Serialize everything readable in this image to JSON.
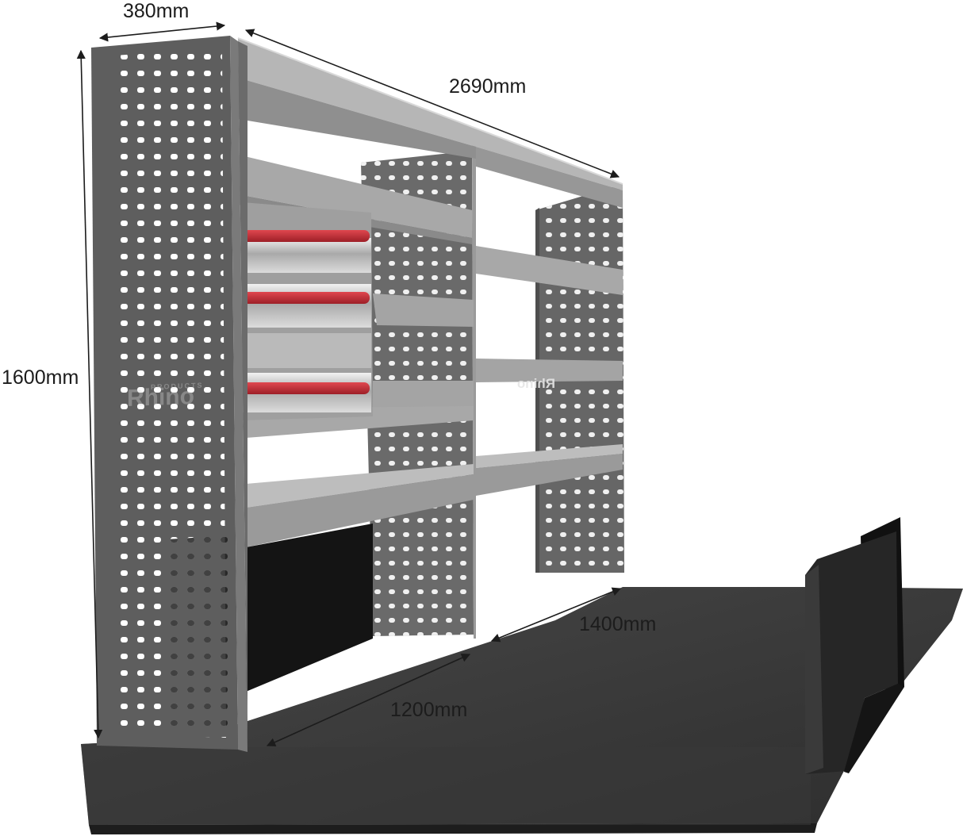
{
  "dimensions": {
    "depth": "380mm",
    "length": "2690mm",
    "height": "1600mm",
    "module_a": "1200mm",
    "module_b": "1400mm"
  },
  "brand": {
    "main": "Rhino",
    "sub": "PRODUCTS"
  },
  "colors": {
    "end_panel": "#5e5e5e",
    "panel_hole": "#ffffff",
    "shelf": "#a4a4a4",
    "shelf_lip": "#bdbdbd",
    "drawer_handle": "#c8313a",
    "floor": "#3c3c3c",
    "partition": "#262626",
    "dimension_line": "#1c1c1c"
  }
}
